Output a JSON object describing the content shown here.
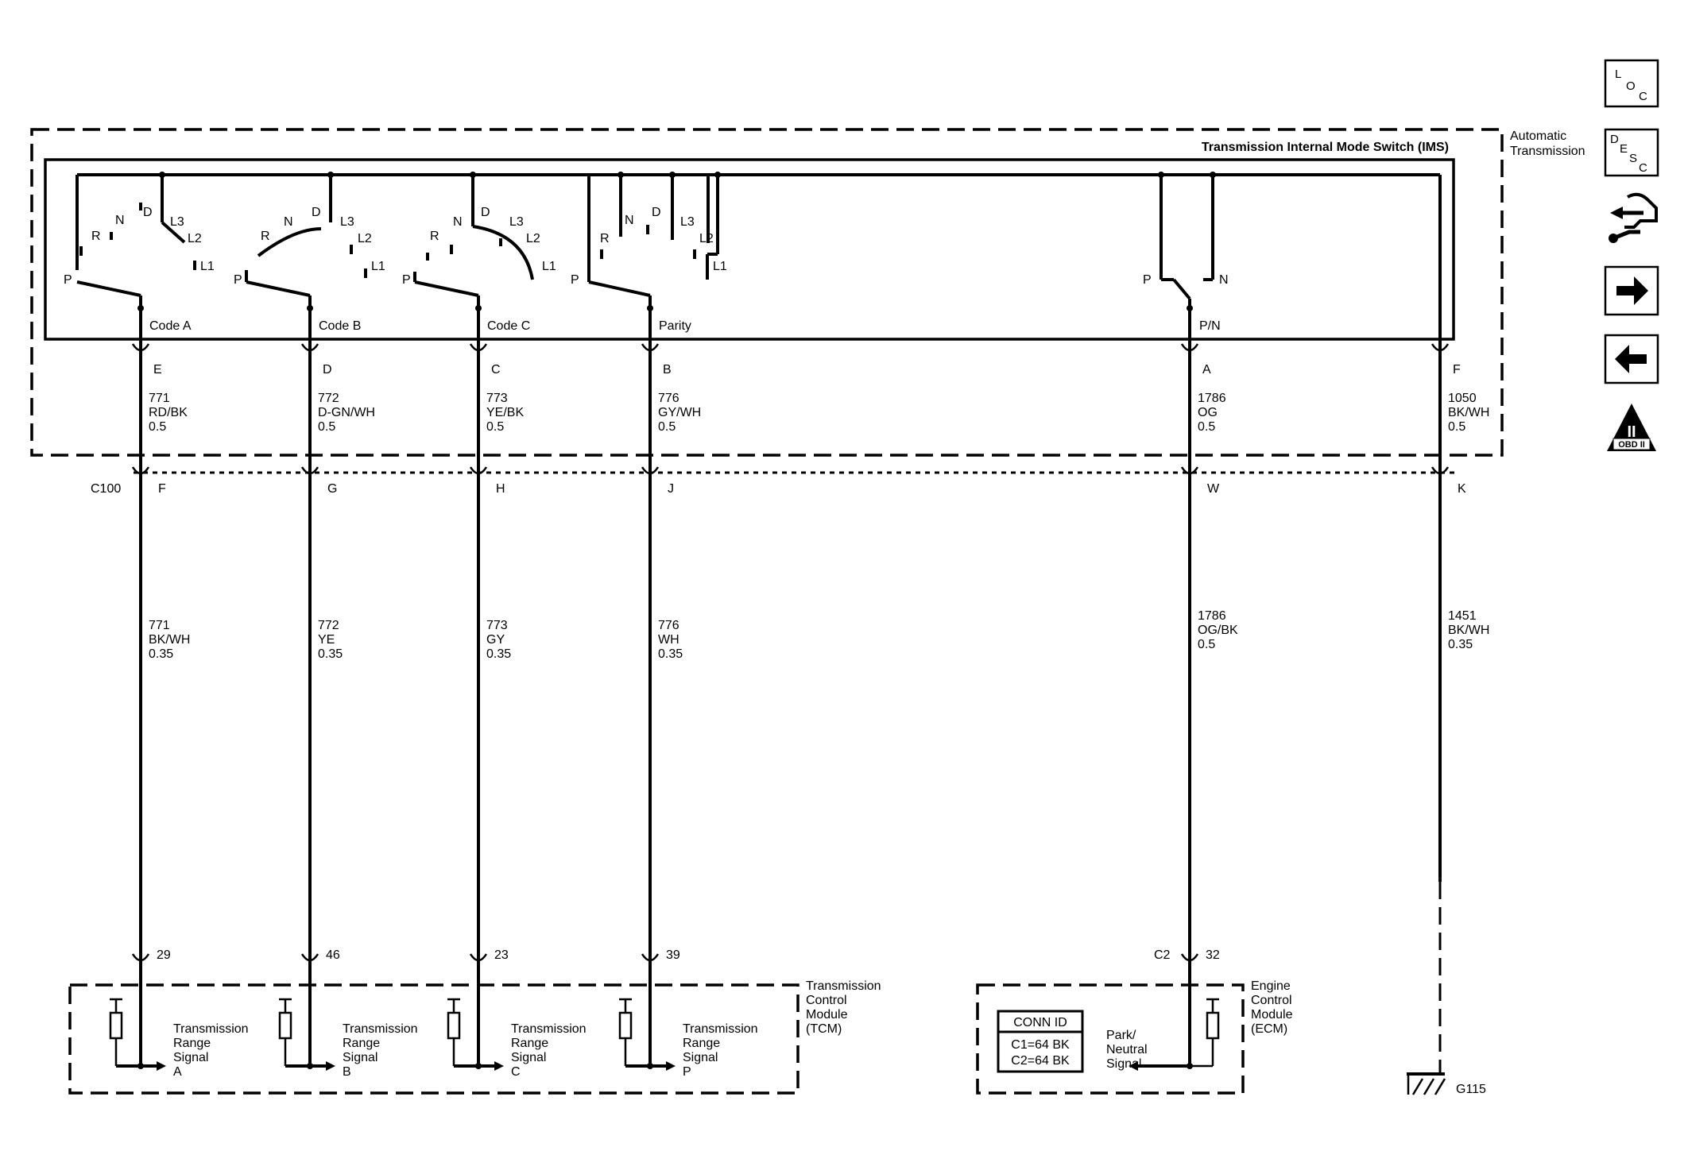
{
  "ims": {
    "title": "Transmission Internal Mode Switch (IMS)",
    "enclosure_label_1": "Automatic",
    "enclosure_label_2": "Transmission"
  },
  "switches": [
    {
      "name": "Code A",
      "positions": [
        "P",
        "R",
        "N",
        "D",
        "L3",
        "L2",
        "L1"
      ]
    },
    {
      "name": "Code B",
      "positions": [
        "P",
        "R",
        "N",
        "D",
        "L3",
        "L2",
        "L1"
      ]
    },
    {
      "name": "Code C",
      "positions": [
        "P",
        "R",
        "N",
        "D",
        "L3",
        "L2",
        "L1"
      ]
    },
    {
      "name": "Parity",
      "positions": [
        "P",
        "R",
        "N",
        "D",
        "L3",
        "L2",
        "L1"
      ]
    },
    {
      "name": "P/N",
      "positions": [
        "P",
        "N"
      ]
    }
  ],
  "connector": {
    "name": "C100"
  },
  "circuits": [
    {
      "ims_pin": "E",
      "upper_circuit": "771",
      "upper_color": "RD/BK",
      "upper_size": "0.5",
      "c100_pin": "F",
      "lower_circuit": "771",
      "lower_color": "BK/WH",
      "lower_size": "0.35",
      "module_pin": "29"
    },
    {
      "ims_pin": "D",
      "upper_circuit": "772",
      "upper_color": "D-GN/WH",
      "upper_size": "0.5",
      "c100_pin": "G",
      "lower_circuit": "772",
      "lower_color": "YE",
      "lower_size": "0.35",
      "module_pin": "46"
    },
    {
      "ims_pin": "C",
      "upper_circuit": "773",
      "upper_color": "YE/BK",
      "upper_size": "0.5",
      "c100_pin": "H",
      "lower_circuit": "773",
      "lower_color": "GY",
      "lower_size": "0.35",
      "module_pin": "23"
    },
    {
      "ims_pin": "B",
      "upper_circuit": "776",
      "upper_color": "GY/WH",
      "upper_size": "0.5",
      "c100_pin": "J",
      "lower_circuit": "776",
      "lower_color": "WH",
      "lower_size": "0.35",
      "module_pin": "39"
    },
    {
      "ims_pin": "A",
      "upper_circuit": "1786",
      "upper_color": "OG",
      "upper_size": "0.5",
      "c100_pin": "W",
      "lower_circuit": "1786",
      "lower_color": "OG/BK",
      "lower_size": "0.5",
      "module_pin": "32"
    },
    {
      "ims_pin": "F",
      "upper_circuit": "1050",
      "upper_color": "BK/WH",
      "upper_size": "0.5",
      "c100_pin": "K",
      "lower_circuit": "1451",
      "lower_color": "BK/WH",
      "lower_size": "0.35",
      "module_pin": ""
    }
  ],
  "tcm": {
    "label_1": "Transmission",
    "label_2": "Control",
    "label_3": "Module",
    "label_4": "(TCM)",
    "signals": [
      {
        "l1": "Transmission",
        "l2": "Range",
        "l3": "Signal",
        "l4": "A"
      },
      {
        "l1": "Transmission",
        "l2": "Range",
        "l3": "Signal",
        "l4": "B"
      },
      {
        "l1": "Transmission",
        "l2": "Range",
        "l3": "Signal",
        "l4": "C"
      },
      {
        "l1": "Transmission",
        "l2": "Range",
        "l3": "Signal",
        "l4": "P"
      }
    ]
  },
  "ecm": {
    "label_1": "Engine",
    "label_2": "Control",
    "label_3": "Module",
    "label_4": "(ECM)",
    "connector": "C2",
    "signal_1": "Park/",
    "signal_2": "Neutral",
    "signal_3": "Signal",
    "conn_id_title": "CONN ID",
    "conn_id_1": "C1=64 BK",
    "conn_id_2": "C2=64 BK"
  },
  "ground": {
    "name": "G115"
  },
  "side_icons": [
    {
      "name": "loc-icon",
      "letters": [
        "L",
        "O",
        "C"
      ]
    },
    {
      "name": "desc-icon",
      "letters": [
        "D",
        "E",
        "S",
        "C"
      ]
    },
    {
      "name": "wrench-car-icon"
    },
    {
      "name": "arrow-right-icon"
    },
    {
      "name": "arrow-left-icon"
    },
    {
      "name": "obd-ii-icon",
      "text": "II",
      "subtext": "OBD II"
    }
  ]
}
